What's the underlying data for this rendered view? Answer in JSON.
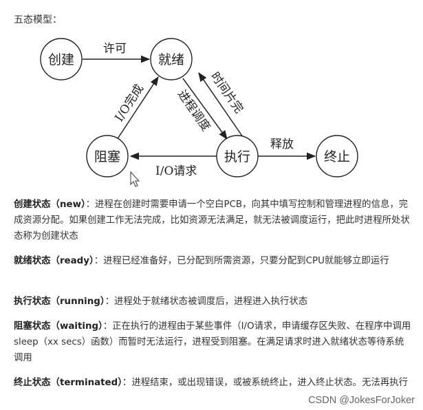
{
  "heading": "五态模型：",
  "diagram": {
    "nodes": {
      "create": "创建",
      "ready": "就绪",
      "blocked": "阻塞",
      "running": "执行",
      "terminated": "终止"
    },
    "edges": {
      "create_ready": "许可",
      "blocked_ready": "I/O完成",
      "ready_running": "进程调度",
      "running_ready": "时间片完",
      "running_blocked": "I/O请求",
      "running_terminated": "释放"
    }
  },
  "descriptions": [
    {
      "term": "创建状态（new）",
      "sep": "：",
      "text": "进程在创建时需要申请一个空白PCB，向其中填写控制和管理进程的信息，完成资源分配。如果创建工作无法完成，比如资源无法满足，就无法被调度运行，把此时进程所处状态称为创建状态"
    },
    {
      "term": "就绪状态（ready）",
      "sep": "：",
      "text": "进程已经准备好，已分配到所需资源，只要分配到CPU就能够立即运行"
    },
    {
      "term": "执行状态（running）",
      "sep": "：",
      "text": "进程处于就绪状态被调度后，进程进入执行状态"
    },
    {
      "term": "阻塞状态（waiting）",
      "sep": "：",
      "text": "正在执行的进程由于某些事件（I/O请求，申请缓存区失败、在程序中调用sleep（xx secs）函数）而暂时无法运行，进程受到阻塞。在满足请求时进入就绪状态等待系统调用"
    },
    {
      "term": "终止状态（terminated）",
      "sep": "：",
      "text": "进程结束，或出现错误，或被系统终止，进入终止状态。无法再执行"
    }
  ],
  "watermark": "CSDN @JokesForJoker"
}
